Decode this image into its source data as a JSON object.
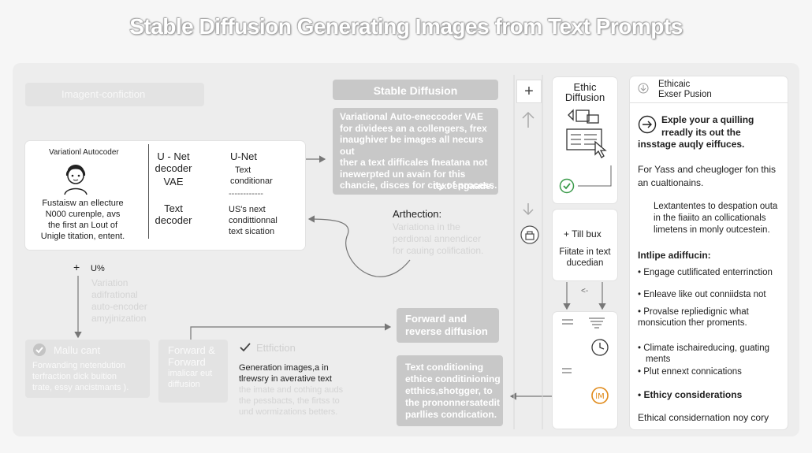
{
  "title": "Stable Diffusion Generating Images from Text Prompts",
  "left": {
    "top_bar": "Imagent-confiction",
    "vae_card": {
      "heading": "Variationl Autocoder",
      "body": [
        "Fustaisw an ellecture",
        "N000 curenple, avs",
        "the first an Lout of",
        "Unigle titation, entent."
      ],
      "unet_decoder": [
        "U - Net",
        "decoder"
      ],
      "vae": "VAE",
      "text_decoder": [
        "Text",
        "decoder"
      ],
      "unet": "U-Net",
      "text_conditionar": [
        "Text",
        "conditionar"
      ],
      "dashes": "------------",
      "us_next": [
        "US's next",
        "condittionnal",
        "text sication"
      ]
    },
    "u_percent": "U%",
    "variation_ghost": [
      "Variation",
      "adifrational",
      "auto-encoder",
      "amyjinization"
    ],
    "bottom_card1": {
      "title": "Mallu cant",
      "lines": [
        "Forwanding netendution",
        "terfraction dick buition",
        "trate, essy ancistmants )."
      ]
    },
    "bottom_card2": {
      "lines": [
        "Forward &",
        "Forward",
        "imalicar eut",
        "diffusion"
      ]
    },
    "effiction": {
      "title": "Ettfiction",
      "lines": [
        "Generation images,a in",
        "tlrewsry in averative text"
      ],
      "ghost": [
        "the imate and cothing auds",
        "the pessbacts, the firtss to",
        "und wormizations betters."
      ]
    }
  },
  "middle": {
    "sd_header": "Stable Diffusion",
    "vae_grey": [
      "Variational Auto-eneccoder VAE",
      "for dividees an a collengers, frex",
      "inaughiver be images all necurs out",
      "ther a text difficales fneatana not",
      "inewerpted un avain for this",
      "chancie, disces for city of process."
    ],
    "text_engade": "text engaade.",
    "arthection": "Arthection:",
    "arthection_ghost": [
      "Variationa in the",
      "perdional annendicer",
      "for cauing colification."
    ],
    "forward_reverse": [
      "Forward and",
      "reverse diffusion"
    ],
    "text_cond": [
      "Text conditioning",
      "ethice conditinioning",
      "etthics,shotgger, to",
      "the prononnersatedit",
      "parllies condication."
    ]
  },
  "toolbar": {
    "plus": "+"
  },
  "ethic": {
    "header": [
      "Ethic",
      "Diffusion"
    ],
    "till_bux": "+ Till bux",
    "fiitate": [
      "Fiitate in text",
      "ducedian"
    ],
    "arrow_glyph": "<-"
  },
  "right": {
    "header_title": "Ethicaic",
    "header_sub": "Exser Pusion",
    "intro": [
      "Exple your a quilling",
      "rreadly its out the",
      "insstage auqly eiffuces."
    ],
    "para1": [
      "For Yass and cheugloger fon this",
      "an cualtionains."
    ],
    "para2": [
      "Lextantentes to despation outa",
      "in the fiaiito an collicationals",
      "limetens in monly outcestein."
    ],
    "intlipe": "Intlipe adiffucin:",
    "bullets": [
      "Engage cutlificated enterrinction",
      "Enleave like out conniidsta not",
      "Provalse repliedignic what",
      "monsicution ther proments.",
      "Climate ischaireducing, guating",
      "ments",
      "Plut ennext connications"
    ],
    "ethics_heading": "Ethicy considerations",
    "footer": "Ethical considernation noy cory"
  },
  "colors": {
    "accent_green": "#3a9a4a",
    "accent_orange": "#e08a1a",
    "grey_card": "#c8c8c8"
  }
}
